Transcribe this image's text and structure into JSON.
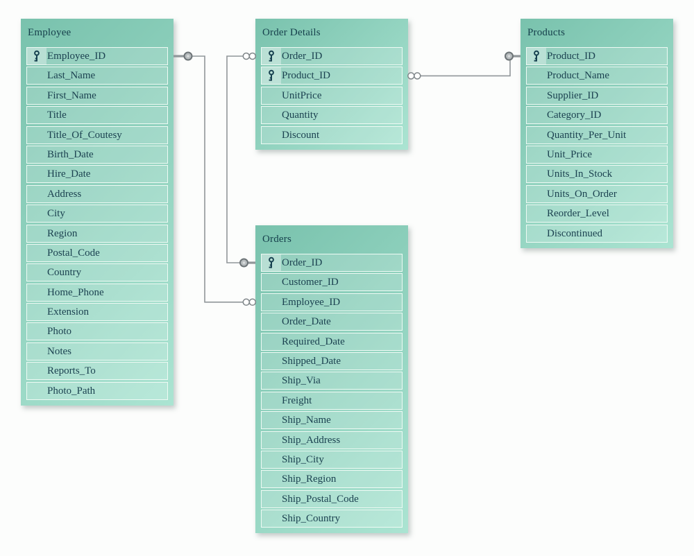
{
  "diagram": {
    "type": "entity-relationship",
    "colors": {
      "canvas_bg": "#fcfdfc",
      "table_grad_start": "#79c2ad",
      "table_grad_end": "#abe4d2",
      "row_fill": "rgba(255,255,255,0.17)",
      "row_border": "#eefaf4",
      "key_cell_fill": "rgba(255,255,255,0.34)",
      "text": "#1b4150",
      "title_text": "#16404c",
      "wire": "#909699",
      "marker_fill": "#b7bcbe",
      "marker_stroke": "#6d7477"
    },
    "icons": {
      "primary_key": "key-icon"
    },
    "tables": [
      {
        "title": "Employee",
        "fields": [
          {
            "name": "Employee_ID",
            "key": true
          },
          {
            "name": "Last_Name"
          },
          {
            "name": "First_Name"
          },
          {
            "name": "Title"
          },
          {
            "name": "Title_Of_Coutesy"
          },
          {
            "name": "Birth_Date"
          },
          {
            "name": "Hire_Date"
          },
          {
            "name": "Address"
          },
          {
            "name": "City"
          },
          {
            "name": "Region"
          },
          {
            "name": "Postal_Code"
          },
          {
            "name": "Country"
          },
          {
            "name": "Home_Phone"
          },
          {
            "name": "Extension"
          },
          {
            "name": "Photo"
          },
          {
            "name": "Notes"
          },
          {
            "name": "Reports_To"
          },
          {
            "name": "Photo_Path"
          }
        ]
      },
      {
        "title": "Order Details",
        "fields": [
          {
            "name": "Order_ID",
            "key": true
          },
          {
            "name": "Product_ID",
            "key": true
          },
          {
            "name": "UnitPrice"
          },
          {
            "name": "Quantity"
          },
          {
            "name": "Discount"
          }
        ]
      },
      {
        "title": "Products",
        "fields": [
          {
            "name": "Product_ID",
            "key": true
          },
          {
            "name": "Product_Name"
          },
          {
            "name": "Supplier_ID"
          },
          {
            "name": "Category_ID"
          },
          {
            "name": "Quantity_Per_Unit"
          },
          {
            "name": "Unit_Price"
          },
          {
            "name": "Units_In_Stock"
          },
          {
            "name": "Units_On_Order"
          },
          {
            "name": "Reorder_Level"
          },
          {
            "name": "Discontinued"
          }
        ]
      },
      {
        "title": "Orders",
        "fields": [
          {
            "name": "Order_ID",
            "key": true
          },
          {
            "name": "Customer_ID"
          },
          {
            "name": "Employee_ID"
          },
          {
            "name": "Order_Date"
          },
          {
            "name": "Required_Date"
          },
          {
            "name": "Shipped_Date"
          },
          {
            "name": "Ship_Via"
          },
          {
            "name": "Freight"
          },
          {
            "name": "Ship_Name"
          },
          {
            "name": "Ship_Address"
          },
          {
            "name": "Ship_City"
          },
          {
            "name": "Ship_Region"
          },
          {
            "name": "Ship_Postal_Code"
          },
          {
            "name": "Ship_Country"
          }
        ]
      }
    ],
    "relationships": [
      {
        "from": "Employee.Employee_ID",
        "to": "Orders.Employee_ID",
        "from_end": "dot",
        "to_end": "double-circle"
      },
      {
        "from": "Order Details.Order_ID",
        "to": "Orders.Order_ID",
        "from_end": "double-circle",
        "to_end": "dot"
      },
      {
        "from": "Order Details.Product_ID",
        "to": "Products.Product_ID",
        "from_end": "double-circle",
        "to_end": "dot"
      }
    ]
  }
}
